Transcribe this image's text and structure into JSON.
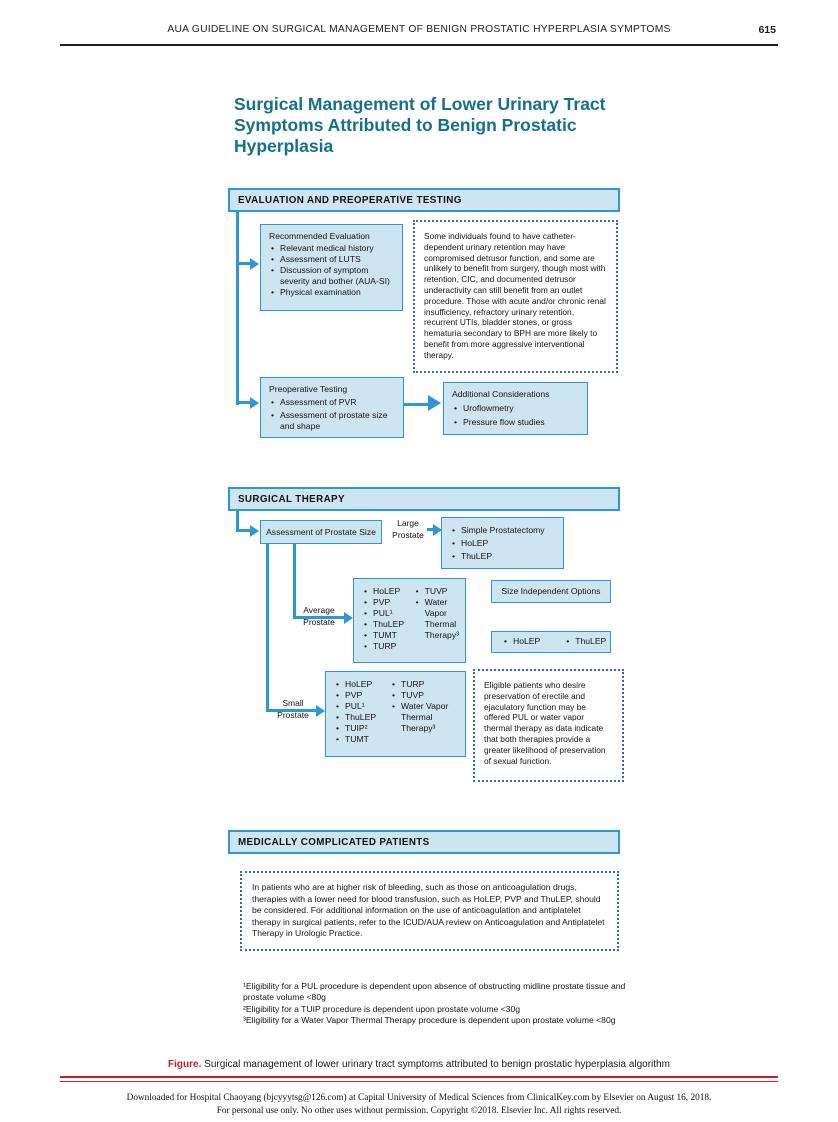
{
  "header": {
    "title": "AUA GUIDELINE ON SURGICAL MANAGEMENT OF BENIGN PROSTATIC HYPERPLASIA SYMPTOMS",
    "page_number": "615"
  },
  "figure": {
    "title": "Surgical Management of Lower Urinary Tract Symptoms Attributed to Benign Prostatic Hyperplasia",
    "evaluation": {
      "header": "EVALUATION AND PREOPERATIVE TESTING",
      "recommended": {
        "title": "Recommended Evaluation",
        "items": [
          "Relevant medical history",
          "Assessment of LUTS",
          "Discussion of symptom severity and bother (AUA-SI)",
          "Physical examination"
        ]
      },
      "note": "Some individuals found to have catheter-dependent urinary retention may have compromised detrusor function, and some are unlikely to benefit from surgery, though most with retention, CIC, and documented detrusor underactivity can still benefit from an outlet procedure. Those with acute and/or chronic renal insufficiency, refractory urinary retention, recurrent UTIs, bladder stones, or gross hematuria secondary to BPH are more likely to benefit from more aggressive interventional therapy.",
      "preoperative": {
        "title": "Preoperative Testing",
        "items": [
          "Assessment of PVR",
          "Assessment of prostate size and shape"
        ]
      },
      "additional": {
        "title": "Additional Considerations",
        "items": [
          "Uroflowmetry",
          "Pressure flow studies"
        ]
      }
    },
    "surgical": {
      "header": "SURGICAL THERAPY",
      "assessment_label": "Assessment of Prostate Size",
      "large": {
        "label": "Large Prostate",
        "items": [
          "Simple Prostatectomy",
          "HoLEP",
          "ThuLEP"
        ]
      },
      "average": {
        "label": "Average Prostate",
        "col1": [
          "HoLEP",
          "PVP",
          "PUL¹",
          "ThuLEP",
          "TUMT",
          "TURP"
        ],
        "col2": [
          "TUVP",
          "Water Vapor Thermal Therapy³"
        ]
      },
      "size_independent": {
        "title": "Size Independent Options",
        "items": [
          "HoLEP",
          "ThuLEP"
        ]
      },
      "small": {
        "label": "Small Prostate",
        "col1": [
          "HoLEP",
          "PVP",
          "PUL¹",
          "ThuLEP",
          "TUIP²",
          "TUMT"
        ],
        "col2": [
          "TURP",
          "TUVP",
          "Water Vapor Thermal Therapy³"
        ]
      },
      "note": "Eligible patients who desire preservation of erectile and ejaculatory function may be offered PUL or water vapor thermal therapy as data indicate that both therapies provide a greater likelihood of preservation of sexual function."
    },
    "medically": {
      "header": "MEDICALLY COMPLICATED PATIENTS",
      "note": "In patients who are at higher risk of bleeding, such as those on anticoagulation drugs, therapies with a lower need for blood transfusion, such as HoLEP, PVP and ThuLEP, should be considered. For additional information on the use of anticoagulation and antiplatelet therapy in surgical patients, refer to the ICUD/AUA review on Anticoagulation and Antiplatelet Therapy in Urologic Practice."
    },
    "footnotes": [
      "¹Eligibility for a PUL procedure is dependent upon absence of obstructing midline prostate tissue and prostate volume <80g",
      "²Eligibility for a TUIP procedure is dependent upon prostate volume <30g",
      "³Eligibility for a Water Vapor Thermal Therapy procedure is dependent upon prostate volume <80g"
    ]
  },
  "caption": {
    "label": "Figure.",
    "text": " Surgical management of lower urinary tract symptoms attributed to benign prostatic hyperplasia algorithm"
  },
  "footer": {
    "line1": "Downloaded for Hospital Chaoyang (bjcyyytsg@126.com) at Capital University of Medical Sciences from ClinicalKey.com by Elsevier on August 16, 2018.",
    "line2": "For personal use only. No other uses without permission. Copyright ©2018. Elsevier Inc. All rights reserved."
  },
  "colors": {
    "accent_blue": "#2e96d3",
    "box_fill": "#cde4f1",
    "title_teal": "#15708c",
    "caption_red": "#c42127",
    "dotted_border": "#2a6fb0"
  }
}
